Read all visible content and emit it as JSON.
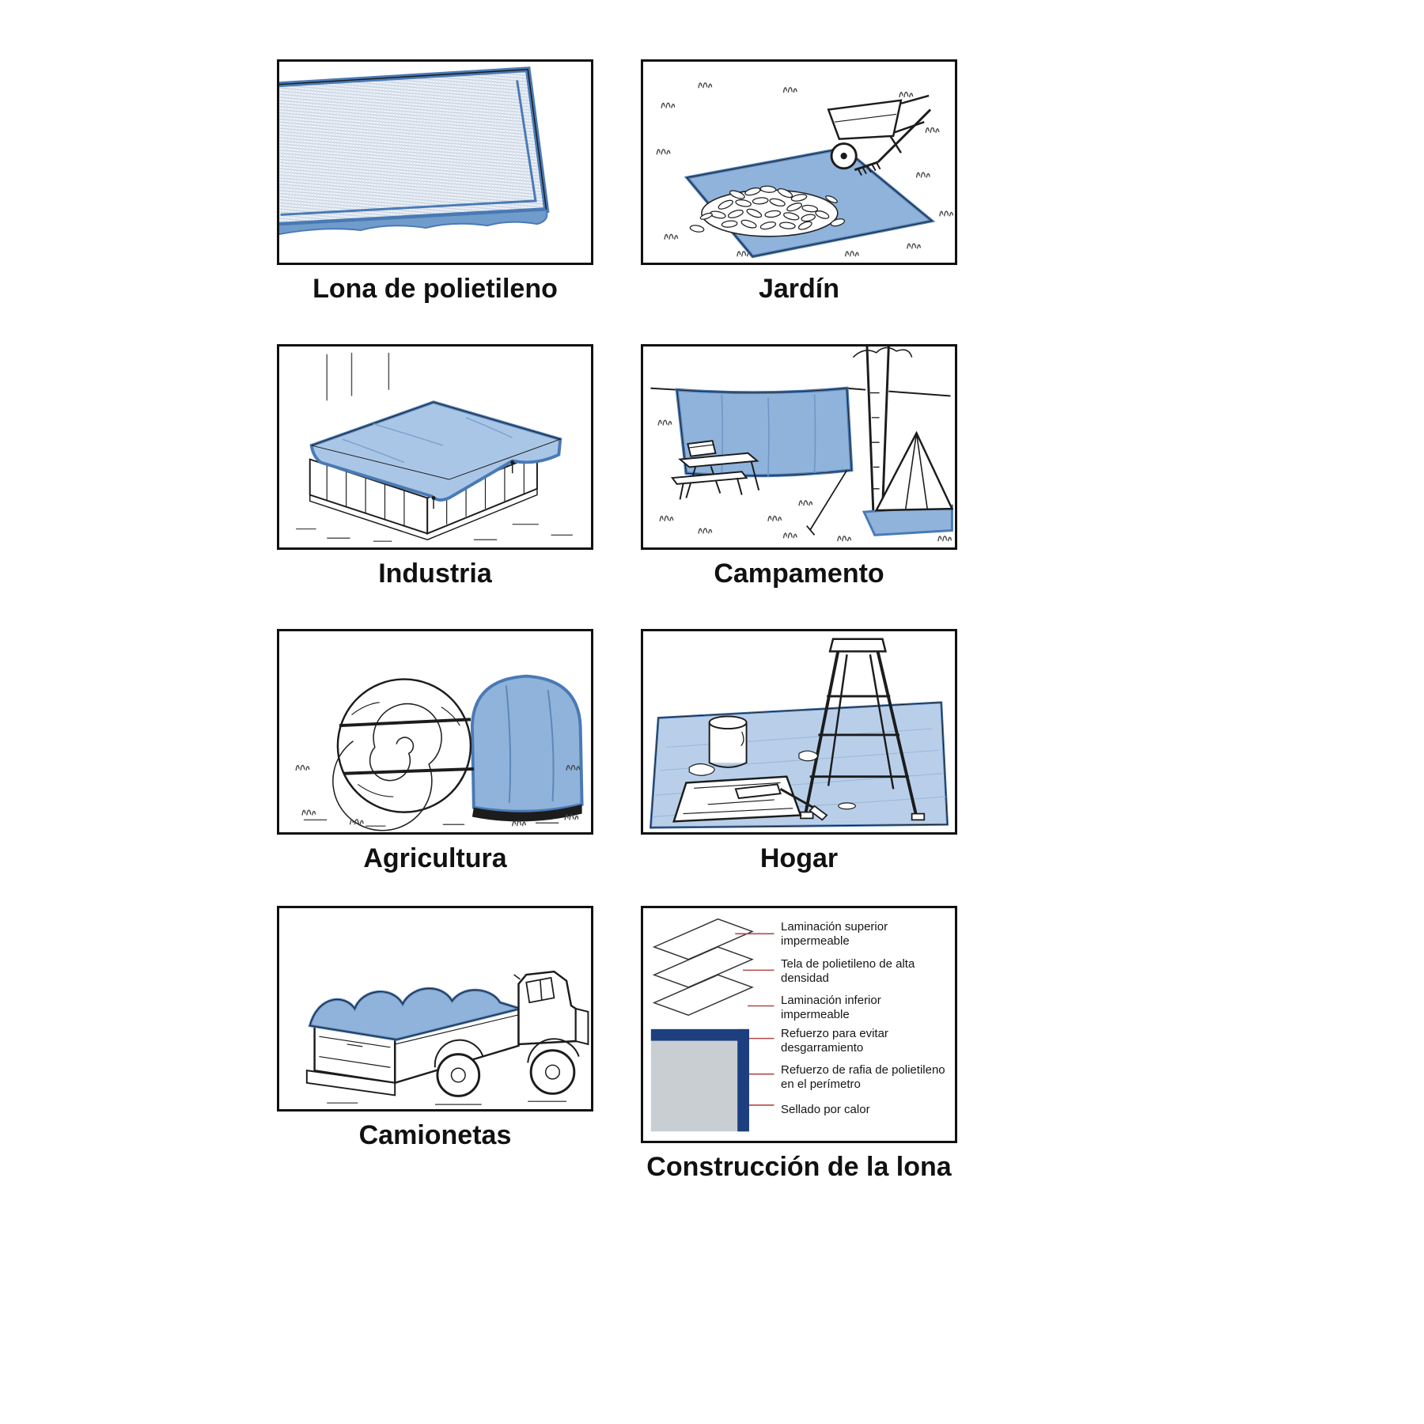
{
  "colors": {
    "ink": "#1c1c1c",
    "tarp_blue": "#8fb3da",
    "tarp_light": "#aac6e6",
    "tarp_edge": "#4a7ab5",
    "tarp_deep": "#6f9ccb",
    "leader_red": "#b04a4a",
    "navy": "#1d3f80",
    "section_gray": "#c9ced3",
    "panel_border": "#111111"
  },
  "panels": [
    {
      "id": "lona",
      "label": "Lona de polietileno"
    },
    {
      "id": "jardin",
      "label": "Jardín"
    },
    {
      "id": "industria",
      "label": "Industria"
    },
    {
      "id": "campamento",
      "label": "Campamento"
    },
    {
      "id": "agricultura",
      "label": "Agricultura"
    },
    {
      "id": "hogar",
      "label": "Hogar"
    },
    {
      "id": "camionetas",
      "label": "Camionetas"
    },
    {
      "id": "construccion",
      "label": "Construcción de la lona"
    }
  ],
  "construction": {
    "callouts": [
      "Laminación superior impermeable",
      "Tela de polietileno de alta densidad",
      "Laminación inferior impermeable",
      "Refuerzo para evitar desgarramiento",
      "Refuerzo de rafia de polietileno en el perímetro",
      "Sellado por calor"
    ]
  }
}
